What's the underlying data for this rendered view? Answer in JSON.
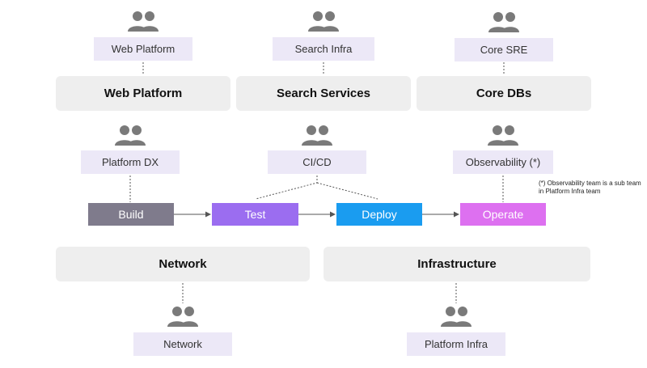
{
  "teams": {
    "web_platform": "Web Platform",
    "search_infra": "Search Infra",
    "core_sre": "Core SRE",
    "platform_dx": "Platform DX",
    "ci_cd": "CI/CD",
    "observability": "Observability (*)",
    "network": "Network",
    "platform_infra": "Platform Infra"
  },
  "groups": {
    "web_platform": "Web Platform",
    "search_services": "Search Services",
    "core_dbs": "Core DBs",
    "network": "Network",
    "infrastructure": "Infrastructure"
  },
  "pipeline": {
    "build": "Build",
    "test": "Test",
    "deploy": "Deploy",
    "operate": "Operate"
  },
  "colors": {
    "build": "#7f7b8c",
    "test": "#9b6df0",
    "deploy": "#1a9cf0",
    "operate": "#dd70f0",
    "team_bg": "#ece8f7",
    "group_bg": "#eeeeee",
    "icon": "#7a7a7a"
  },
  "icons": {
    "team": "people-icon"
  },
  "note": "(*) Observability team is a sub team in Platform Infra team"
}
